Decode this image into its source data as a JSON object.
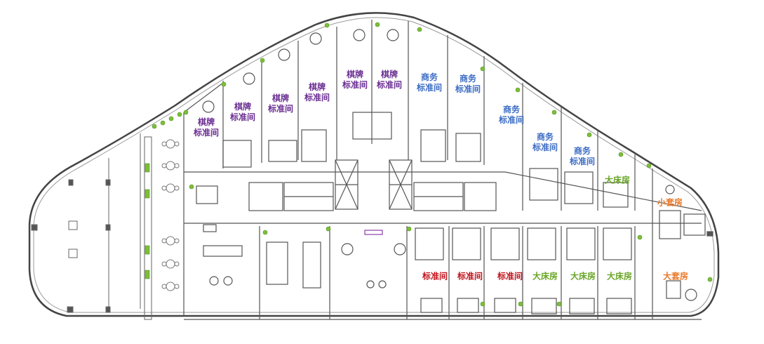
{
  "room_types": {
    "qipai": {
      "line1": "棋牌",
      "line2": "标准间"
    },
    "shangwu": {
      "line1": "商务",
      "line2": "标准间"
    },
    "standard": "标准间",
    "double": "大床房",
    "small_suite": "小套房",
    "large_suite": "大套房"
  },
  "colors": {
    "qipai": "#6a2d91",
    "shangwu": "#3b6cc4",
    "standard": "#c0141c",
    "double": "#6aa528",
    "suite": "#e8782a",
    "walls": "#555555",
    "plants": "#7cbf3a"
  }
}
